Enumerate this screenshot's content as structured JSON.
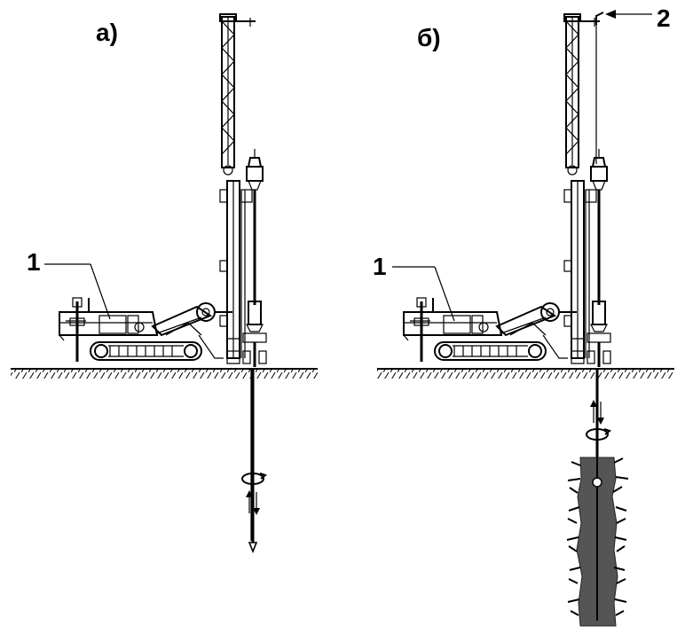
{
  "figure": {
    "panel_a": {
      "label": "а)",
      "callout_1": "1"
    },
    "panel_b": {
      "label": "б)",
      "callout_1": "1",
      "callout_2": "2"
    }
  },
  "colors": {
    "line": "#000000",
    "soil_column": "#555555",
    "background": "#ffffff"
  },
  "icons": [
    "drilling-rig",
    "rotation-arrow-icon",
    "up-down-arrows-icon",
    "ground-hatching"
  ]
}
